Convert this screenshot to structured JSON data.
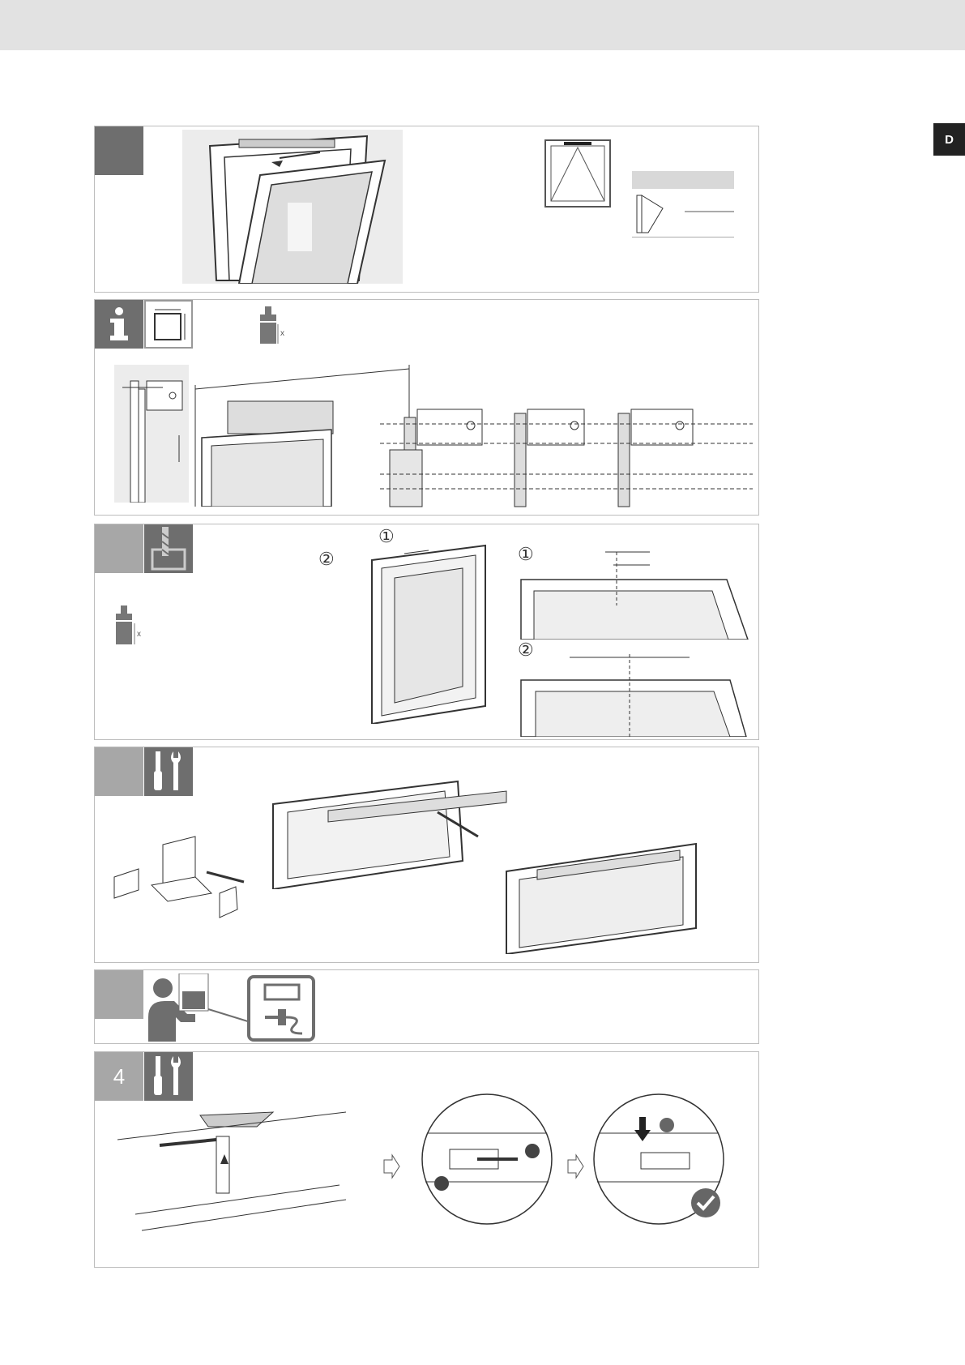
{
  "header": {
    "lang_tab": "D"
  },
  "steps": [
    {
      "id": 1,
      "number": "",
      "icon": "window-icon"
    },
    {
      "id": 2,
      "number": "",
      "icon": "info-icon"
    },
    {
      "id": 3,
      "number": "",
      "icon": "drill-icon"
    },
    {
      "id": 4,
      "number": "",
      "icon": "tools-icon"
    },
    {
      "id": 5,
      "number": "",
      "icon": "person-manual-icon"
    },
    {
      "id": 6,
      "number": "4",
      "icon": "tools-icon"
    }
  ],
  "callouts": {
    "one": "①",
    "two": "②",
    "one_b": "①",
    "two_b": "②"
  },
  "labels": {
    "x_label": "x",
    "x_label_b": "x"
  },
  "colors": {
    "panel_border": "#bdbdbd",
    "step_dark": "#6e6e6e",
    "step_light": "#a7a7a7",
    "lang_tab": "#222222",
    "top_bar": "#e2e2e2"
  }
}
